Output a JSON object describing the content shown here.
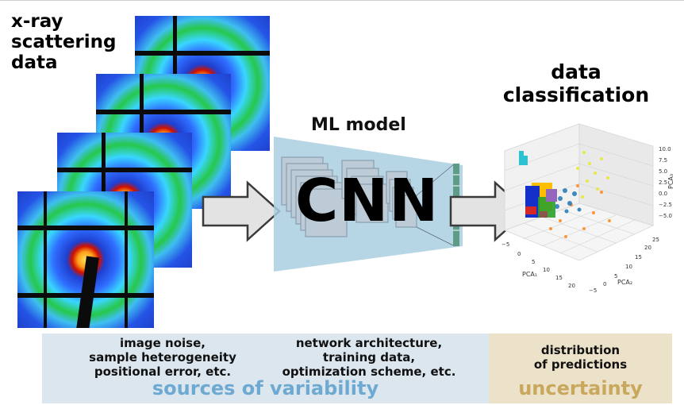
{
  "title_xray": "x-ray\nscattering\ndata",
  "ml_model_label": "ML model",
  "cnn_label": "CNN",
  "data_classification": "data\nclassification",
  "variability_items": {
    "left": "image noise,\nsample heterogeneity\npositional error, etc.",
    "middle": "network architecture,\ntraining data,\noptimization scheme, etc."
  },
  "uncertainty_item": "distribution\nof predictions",
  "sources_label": "sources of variability",
  "uncertainty_label": "uncertainty",
  "plot_axes": {
    "x_label": "PCA₁",
    "y_label": "PCA₂",
    "z_label": "PCA₃",
    "x_ticks": [
      "−5",
      "0",
      "5",
      "10",
      "15",
      "20"
    ],
    "y_ticks": [
      "−5",
      "0",
      "5",
      "10",
      "15",
      "20",
      "25"
    ],
    "z_ticks": [
      "−5.0",
      "−2.5",
      "0.0",
      "2.5",
      "5.0",
      "7.5",
      "10.0"
    ]
  },
  "colors": {
    "band_blue": "#dbe6ee",
    "band_tan": "#ece1c9",
    "sources_text": "#6ea9d2",
    "uncertainty_text": "#c9a85d",
    "cnn_block": "#a9cfe2"
  }
}
